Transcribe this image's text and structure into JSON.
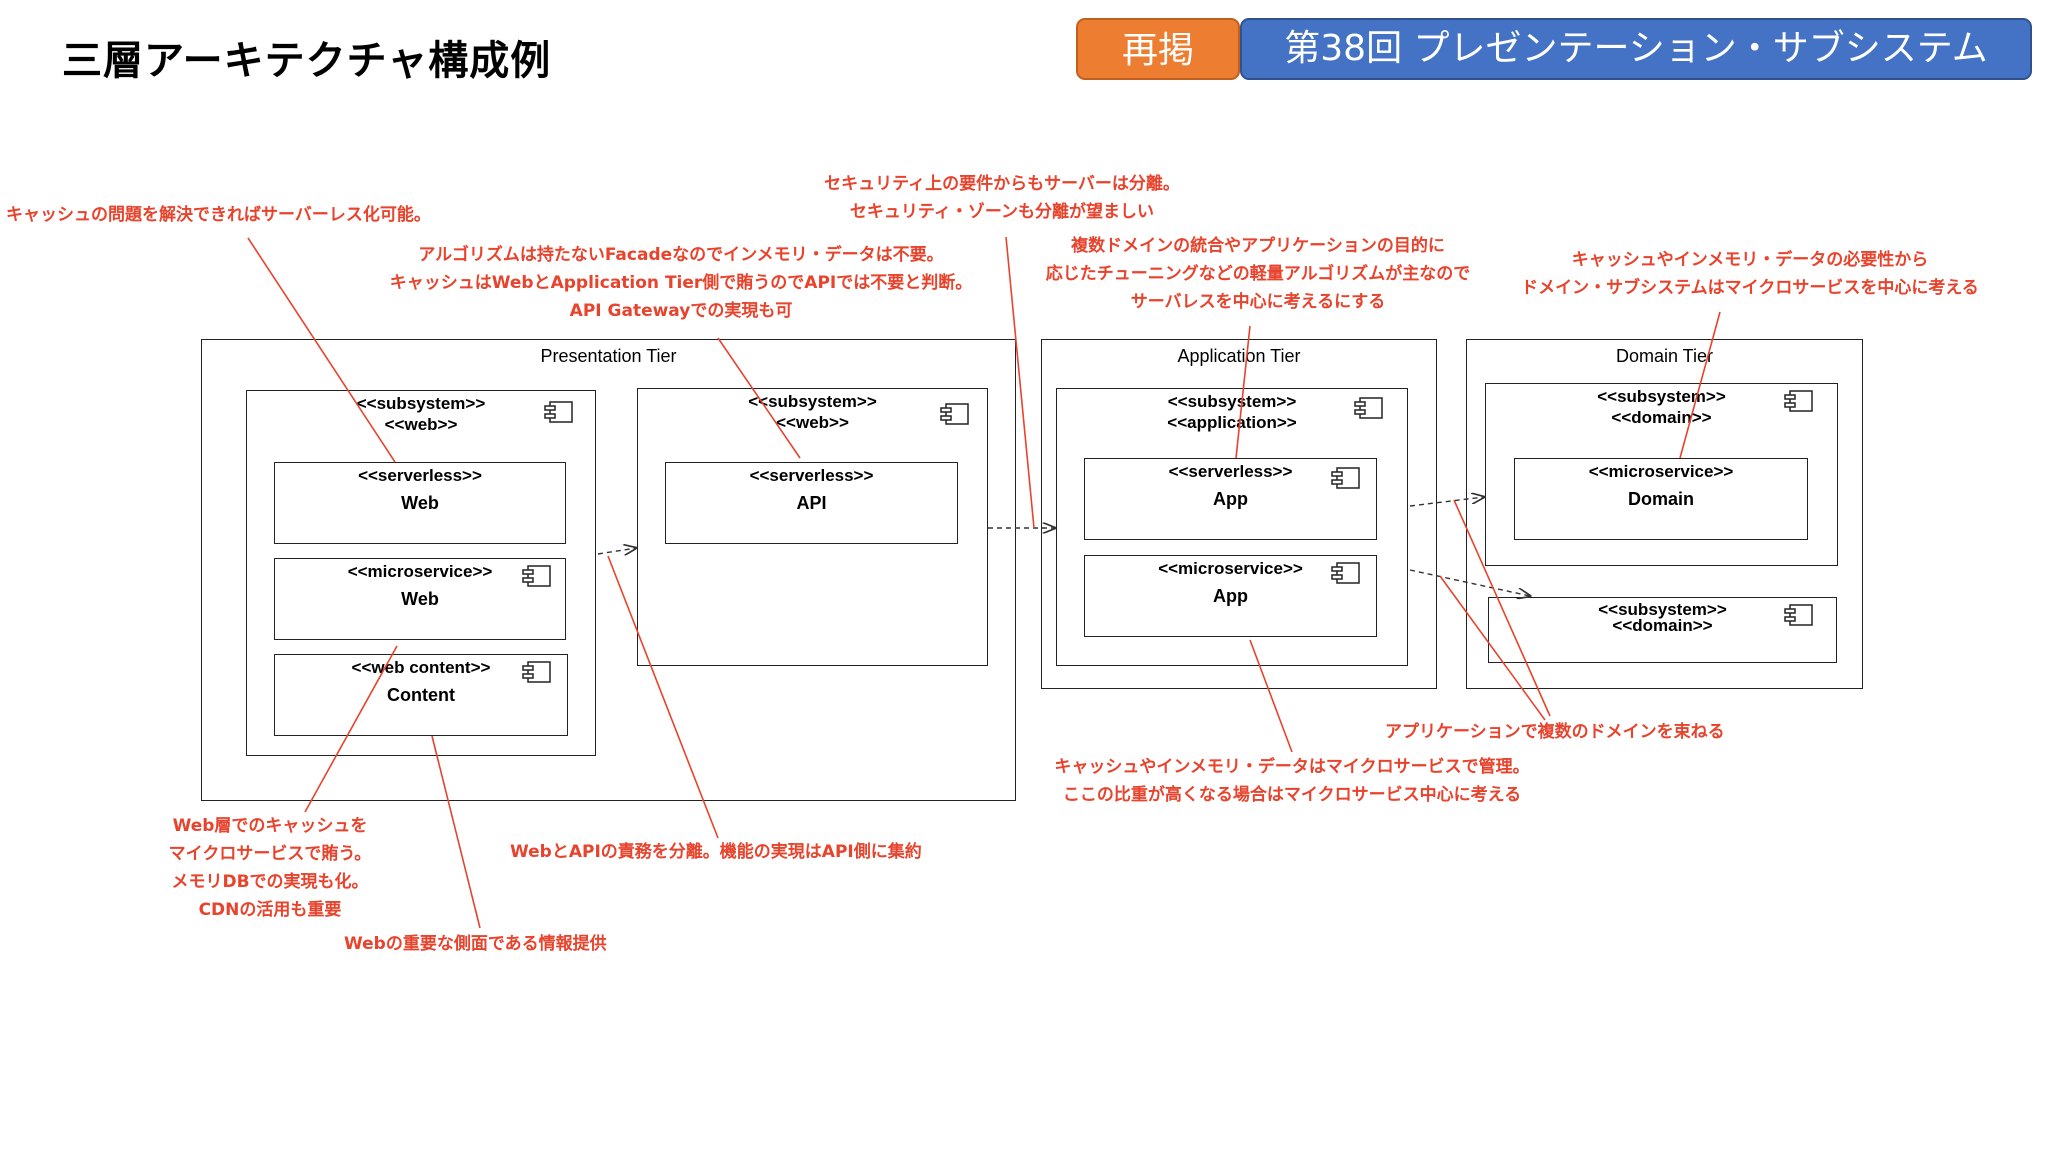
{
  "header": {
    "title": "三層アーキテクチャ構成例",
    "badge_repost": "再掲",
    "badge_series": "第38回 プレゼンテーション・サブシステム"
  },
  "diagram": {
    "presentation": {
      "tier_label": "Presentation Tier",
      "web_subsystem": {
        "stereotype1": "<<subsystem>>",
        "stereotype2": "<<web>>"
      },
      "web_serverless": {
        "stereotype": "<<serverless>>",
        "name": "Web"
      },
      "web_microservice": {
        "stereotype": "<<microservice>>",
        "name": "Web"
      },
      "web_content": {
        "stereotype": "<<web content>>",
        "name": "Content"
      },
      "api_subsystem": {
        "stereotype1": "<<subsystem>>",
        "stereotype2": "<<web>>"
      },
      "api_serverless": {
        "stereotype": "<<serverless>>",
        "name": "API"
      }
    },
    "application": {
      "tier_label": "Application Tier",
      "subsystem": {
        "stereotype1": "<<subsystem>>",
        "stereotype2": "<<application>>"
      },
      "app_serverless": {
        "stereotype": "<<serverless>>",
        "name": "App"
      },
      "app_microservice": {
        "stereotype": "<<microservice>>",
        "name": "App"
      }
    },
    "domain": {
      "tier_label": "Domain Tier",
      "subsystem1": {
        "stereotype1": "<<subsystem>>",
        "stereotype2": "<<domain>>"
      },
      "domain_microservice": {
        "stereotype": "<<microservice>>",
        "name": "Domain"
      },
      "subsystem2": {
        "stereotype1": "<<subsystem>>",
        "stereotype2": "<<domain>>"
      }
    }
  },
  "notes": {
    "cache_serverless": "キャッシュの問題を解決できればサーバーレス化可能。",
    "facade": [
      "アルゴリズムは持たないFacadeなのでインメモリ・データは不要。",
      "キャッシュはWebとApplication Tier側で賄うのでAPIでは不要と判断。",
      "API Gatewayでの実現も可"
    ],
    "security": [
      "セキュリティ上の要件からもサーバーは分離。",
      "セキュリティ・ゾーンも分離が望ましい"
    ],
    "multi_domain": [
      "複数ドメインの統合やアプリケーションの目的に",
      "応じたチューニングなどの軽量アルゴリズムが主なので",
      "サーバレスを中心に考えるにする"
    ],
    "domain_microservice": [
      "キャッシュやインメモリ・データの必要性から",
      "ドメイン・サブシステムはマイクロサービスを中心に考える"
    ],
    "web_cache": [
      "Web層でのキャッシュを",
      "マイクロサービスで賄う。",
      "メモリDBでの実現も化。",
      "CDNの活用も重要"
    ],
    "web_info": "Webの重要な側面である情報提供",
    "responsibility": "WebとAPIの責務を分離。機能の実現はAPI側に集約",
    "app_bundle": "アプリケーションで複数のドメインを束ねる",
    "app_cache": [
      "キャッシュやインメモリ・データはマイクロサービスで管理。",
      "ここの比重が高くなる場合はマイクロサービス中心に考える"
    ]
  },
  "colors": {
    "note_red": "#E8432C",
    "badge_orange": "#ED7D31",
    "badge_blue": "#4472C4"
  }
}
